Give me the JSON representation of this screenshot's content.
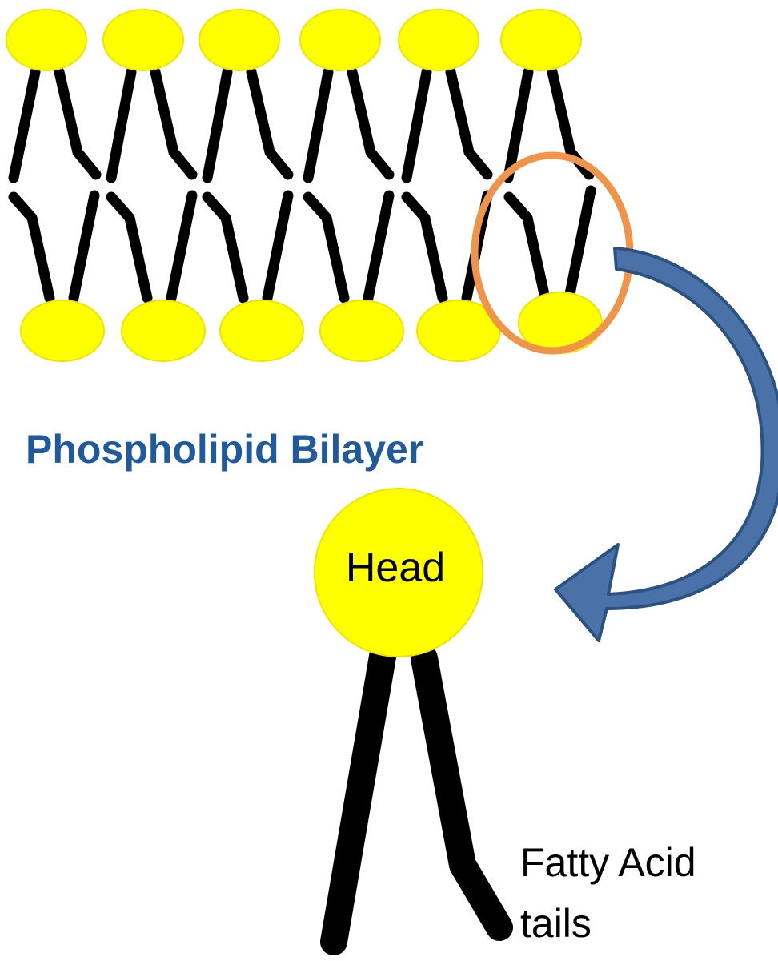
{
  "title": "Phospholipid Bilayer",
  "head_label": "Head",
  "tails_label_line1": "Fatty Acid",
  "tails_label_line2": "tails",
  "colors": {
    "head": "#ffff00",
    "tail": "#000000",
    "title": "#1f5a9e",
    "highlight_circle": "#f0944a",
    "arrow": "#4a72a8"
  },
  "bilayer": {
    "upper_layer_count": 6,
    "lower_layer_count": 6
  }
}
